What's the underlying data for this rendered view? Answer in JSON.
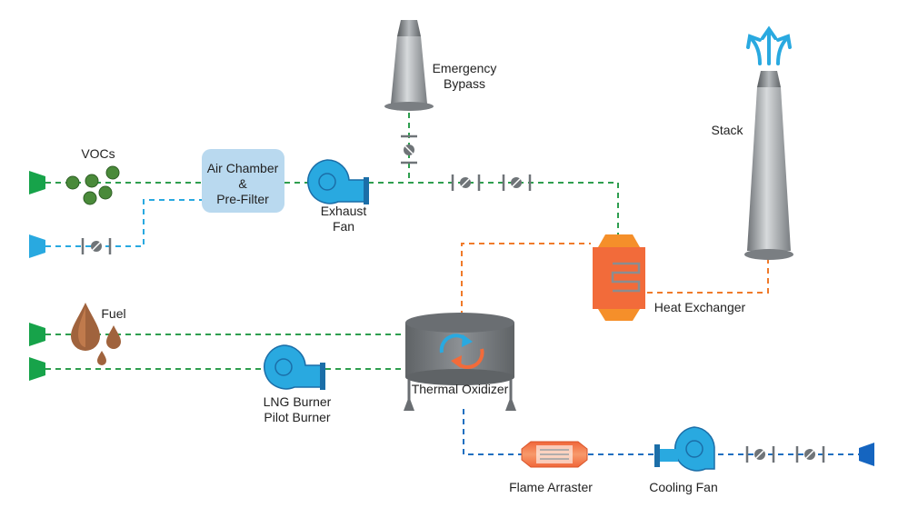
{
  "labels": {
    "vocs": "VOCs",
    "air_chamber_line1": "Air Chamber",
    "air_chamber_line2": "&",
    "air_chamber_line3": "Pre-Filter",
    "exhaust_fan_line1": "Exhaust",
    "exhaust_fan_line2": "Fan",
    "emergency_bypass_line1": "Emergency",
    "emergency_bypass_line2": "Bypass",
    "stack": "Stack",
    "heat_exchanger": "Heat Exchanger",
    "fuel": "Fuel",
    "thermal_oxidizer": "Thermal Oxidizer",
    "lng_burner_line1": "LNG Burner",
    "lng_burner_line2": "Pilot Burner",
    "flame_arraster": "Flame Arraster",
    "cooling_fan": "Cooling Fan"
  },
  "colors": {
    "process_gas_line": "#2e9e4f",
    "fresh_air_line": "#29a9e0",
    "hot_gas_line": "#f07a2a",
    "cooling_air_line": "#1f6fc0",
    "inlet_green": "#17a34a",
    "inlet_cyan": "#29a9e0",
    "outlet_blue": "#1565c0",
    "fan_blue": "#29a9e0",
    "chamber_fill": "#b9d9ef",
    "heat_exchanger_orange": "#f26b3a",
    "voc_green": "#4a8a3a",
    "fuel_brown": "#a0633d",
    "stack_gray": "#9aa0a4",
    "oxidizer_gray": "#777c80",
    "valve_gray": "#6f7478"
  }
}
